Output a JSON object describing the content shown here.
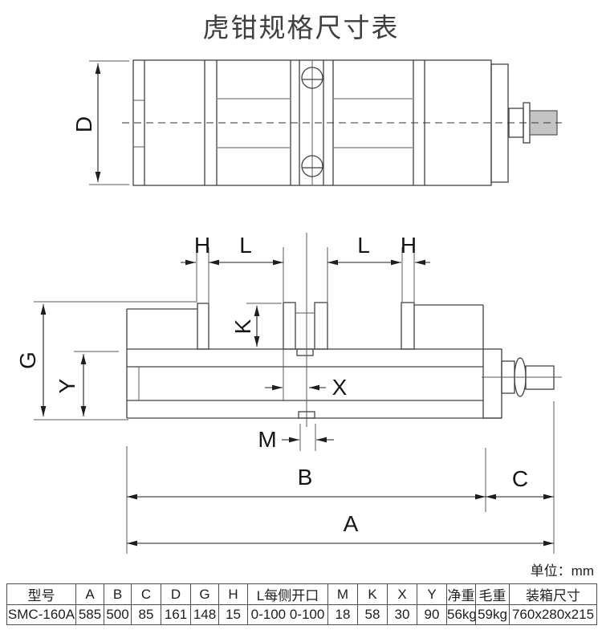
{
  "title": "虎钳规格尺寸表",
  "unit_note": "单位：mm",
  "drawing": {
    "labels": {
      "D": "D",
      "H": "H",
      "L": "L",
      "K": "K",
      "G": "G",
      "Y": "Y",
      "X": "X",
      "M": "M",
      "B": "B",
      "C": "C",
      "A": "A"
    },
    "shaft_color": "#c4c4c4",
    "line_color": "#424242"
  },
  "table": {
    "headers": [
      "型号",
      "A",
      "B",
      "C",
      "D",
      "G",
      "H",
      "L每侧开口",
      "M",
      "K",
      "X",
      "Y",
      "净重",
      "毛重",
      "装箱尺寸"
    ],
    "rows": [
      [
        "SMC-160A",
        "585",
        "500",
        "85",
        "161",
        "148",
        "15",
        "0-100 0-100",
        "18",
        "58",
        "30",
        "90",
        "56kg",
        "59kg",
        "760x280x215"
      ]
    ]
  }
}
